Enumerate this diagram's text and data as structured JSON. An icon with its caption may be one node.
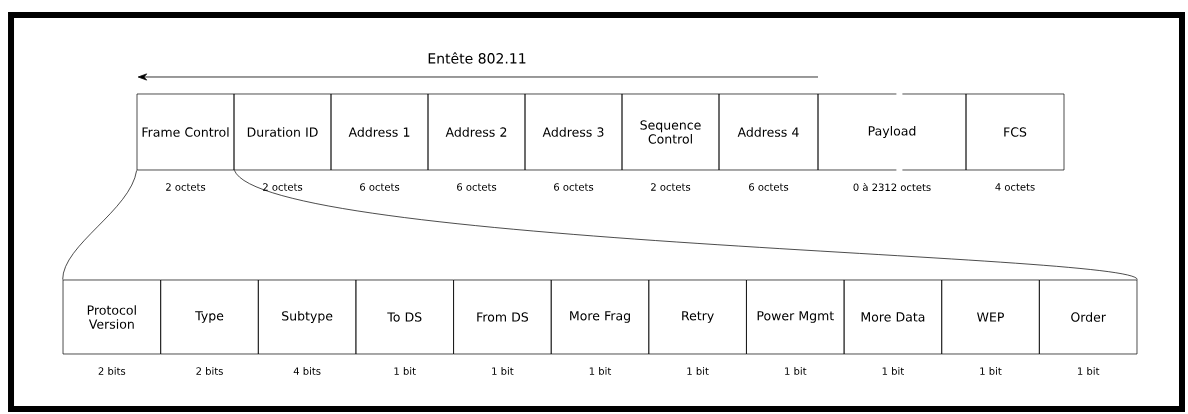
{
  "diagram": {
    "title": "Entête 802.11",
    "nodes": [
      {
        "text": [
          "Frame Control"
        ],
        "beside": [
          "2 octets"
        ]
      },
      {
        "text": [
          "Duration ID"
        ],
        "beside": [
          "2 octets"
        ]
      },
      {
        "text": [
          "Address 1"
        ],
        "beside": [
          "6 octets"
        ]
      },
      {
        "text": [
          "Address 2"
        ],
        "beside": [
          "6 octets"
        ]
      },
      {
        "text": [
          "Address 3"
        ],
        "beside": [
          "6 octets"
        ]
      },
      {
        "text": [
          "Sequence Control"
        ],
        "beside": [
          "2 octets"
        ]
      },
      {
        "text": [
          "Address 4"
        ],
        "beside": [
          "6 octets"
        ]
      },
      {
        "text": [
          "Payload"
        ],
        "beside": [
          "0 à 2312 octets"
        ]
      },
      {
        "text": [
          "FCS"
        ],
        "beside": [
          "4 octets"
        ]
      },
      {
        "text": [
          "Protocol Version"
        ],
        "beside": [
          "2 bits"
        ]
      },
      {
        "text": [
          "Type"
        ],
        "beside": [
          "2 bits"
        ]
      },
      {
        "text": [
          "Subtype"
        ],
        "beside": [
          "4 bits"
        ]
      },
      {
        "text": [
          "To DS"
        ],
        "beside": [
          "1 bit"
        ]
      },
      {
        "text": [
          "From DS"
        ],
        "beside": [
          "1 bit"
        ]
      },
      {
        "text": [
          "More Frag"
        ],
        "beside": [
          "1 bit"
        ]
      },
      {
        "text": [
          "Retry"
        ],
        "beside": [
          "1 bit"
        ]
      },
      {
        "text": [
          "Power Mgmt"
        ],
        "beside": [
          "1 bit"
        ]
      },
      {
        "text": [
          "More Data"
        ],
        "beside": [
          "1 bit"
        ]
      },
      {
        "text": [
          "WEP"
        ],
        "beside": [
          "1 bit"
        ]
      },
      {
        "text": [
          "Order"
        ],
        "beside": [
          "1 bit"
        ]
      }
    ],
    "edges": [
      {
        "from": 0,
        "to": 9,
        "arrow": "none"
      },
      {
        "from": 0,
        "to": 19,
        "arrow": "none"
      }
    ]
  }
}
